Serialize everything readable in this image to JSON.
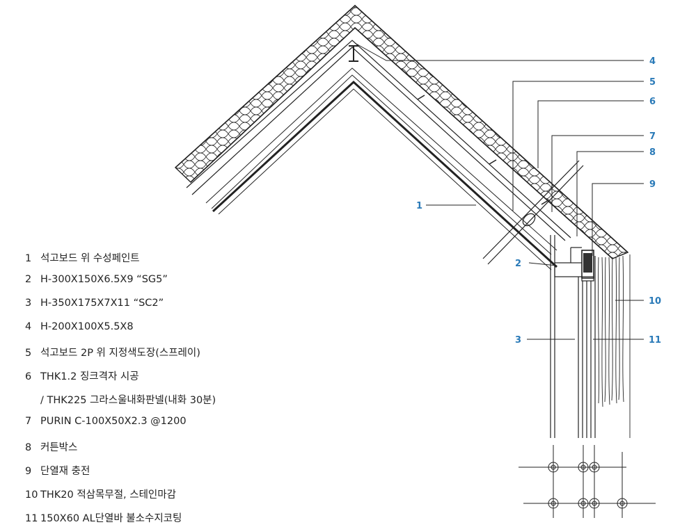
{
  "callout_labels": [
    "4",
    "5",
    "6",
    "7",
    "8",
    "9",
    "1",
    "2",
    "10",
    "3",
    "11"
  ],
  "legend": [
    {
      "num": "1",
      "text": "석고보드 위 수성페인트"
    },
    {
      "num": "2",
      "text": "H-300X150X6.5X9 “SG5”"
    },
    {
      "num": "3",
      "text": "H-350X175X7X11 “SC2”"
    },
    {
      "num": "4",
      "text": "H-200X100X5.5X8"
    },
    {
      "num": "5",
      "text": "석고보드 2P 위 지정색도장(스프레이)"
    },
    {
      "num": "6",
      "text": "THK1.2 징크격자 시공"
    },
    {
      "num": "",
      "text": "/ THK225 그라스울내화판넬(내화 30분)"
    },
    {
      "num": "7",
      "text": "PURIN C-100X50X2.3 @1200"
    },
    {
      "num": "8",
      "text": "커튼박스"
    },
    {
      "num": "9",
      "text": "단열재 충전"
    },
    {
      "num": "10",
      "text": "THK20 적삼목무절, 스테인마감"
    },
    {
      "num": "11",
      "text": "150X60 AL단열바 불소수지코팅"
    }
  ],
  "colors": {
    "callout": "#2a7ab8",
    "line": "#222222"
  }
}
